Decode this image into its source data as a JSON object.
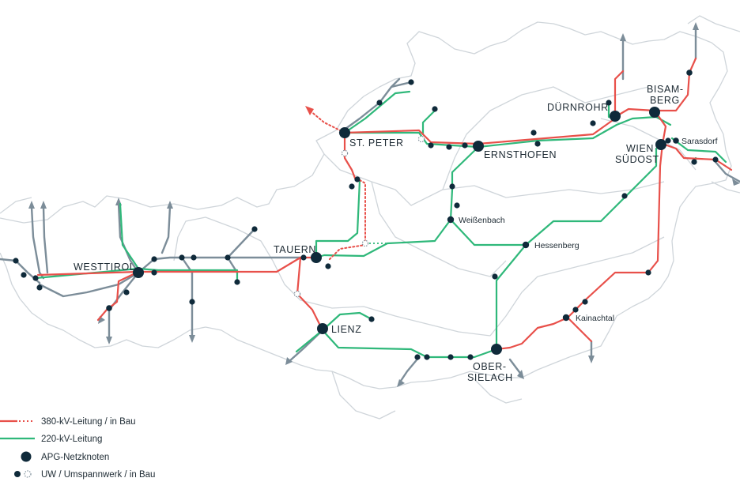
{
  "colors": {
    "line_380": "#e8504a",
    "line_220": "#2fb87a",
    "foreign": "#7c8d99",
    "node": "#0f2a3a",
    "border": "#cfd5da"
  },
  "hubs": {
    "westtirol": "WESTTIROL",
    "tauern": "TAUERN",
    "st_peter": "ST. PETER",
    "ernsthofen": "ERNSTHOFEN",
    "duernrohr": "DÜRNROHR",
    "bisamberg_1": "BISAM-",
    "bisamberg_2": "BERG",
    "wien_1": "WIEN",
    "wien_2": "SÜDOST",
    "lienz": "LIENZ",
    "obersielach_1": "OBER-",
    "obersielach_2": "SIELACH"
  },
  "substations": {
    "sarasdorf": "Sarasdorf",
    "weissenbach": "Weißenbach",
    "hessenberg": "Hessenberg",
    "kainachtal": "Kainachtal"
  },
  "legend": {
    "line_380": "380-kV-Leitung / in Bau",
    "line_220": "220-kV-Leitung",
    "hub": "APG-Netzknoten",
    "substation": "UW / Umspannwerk / in Bau"
  }
}
